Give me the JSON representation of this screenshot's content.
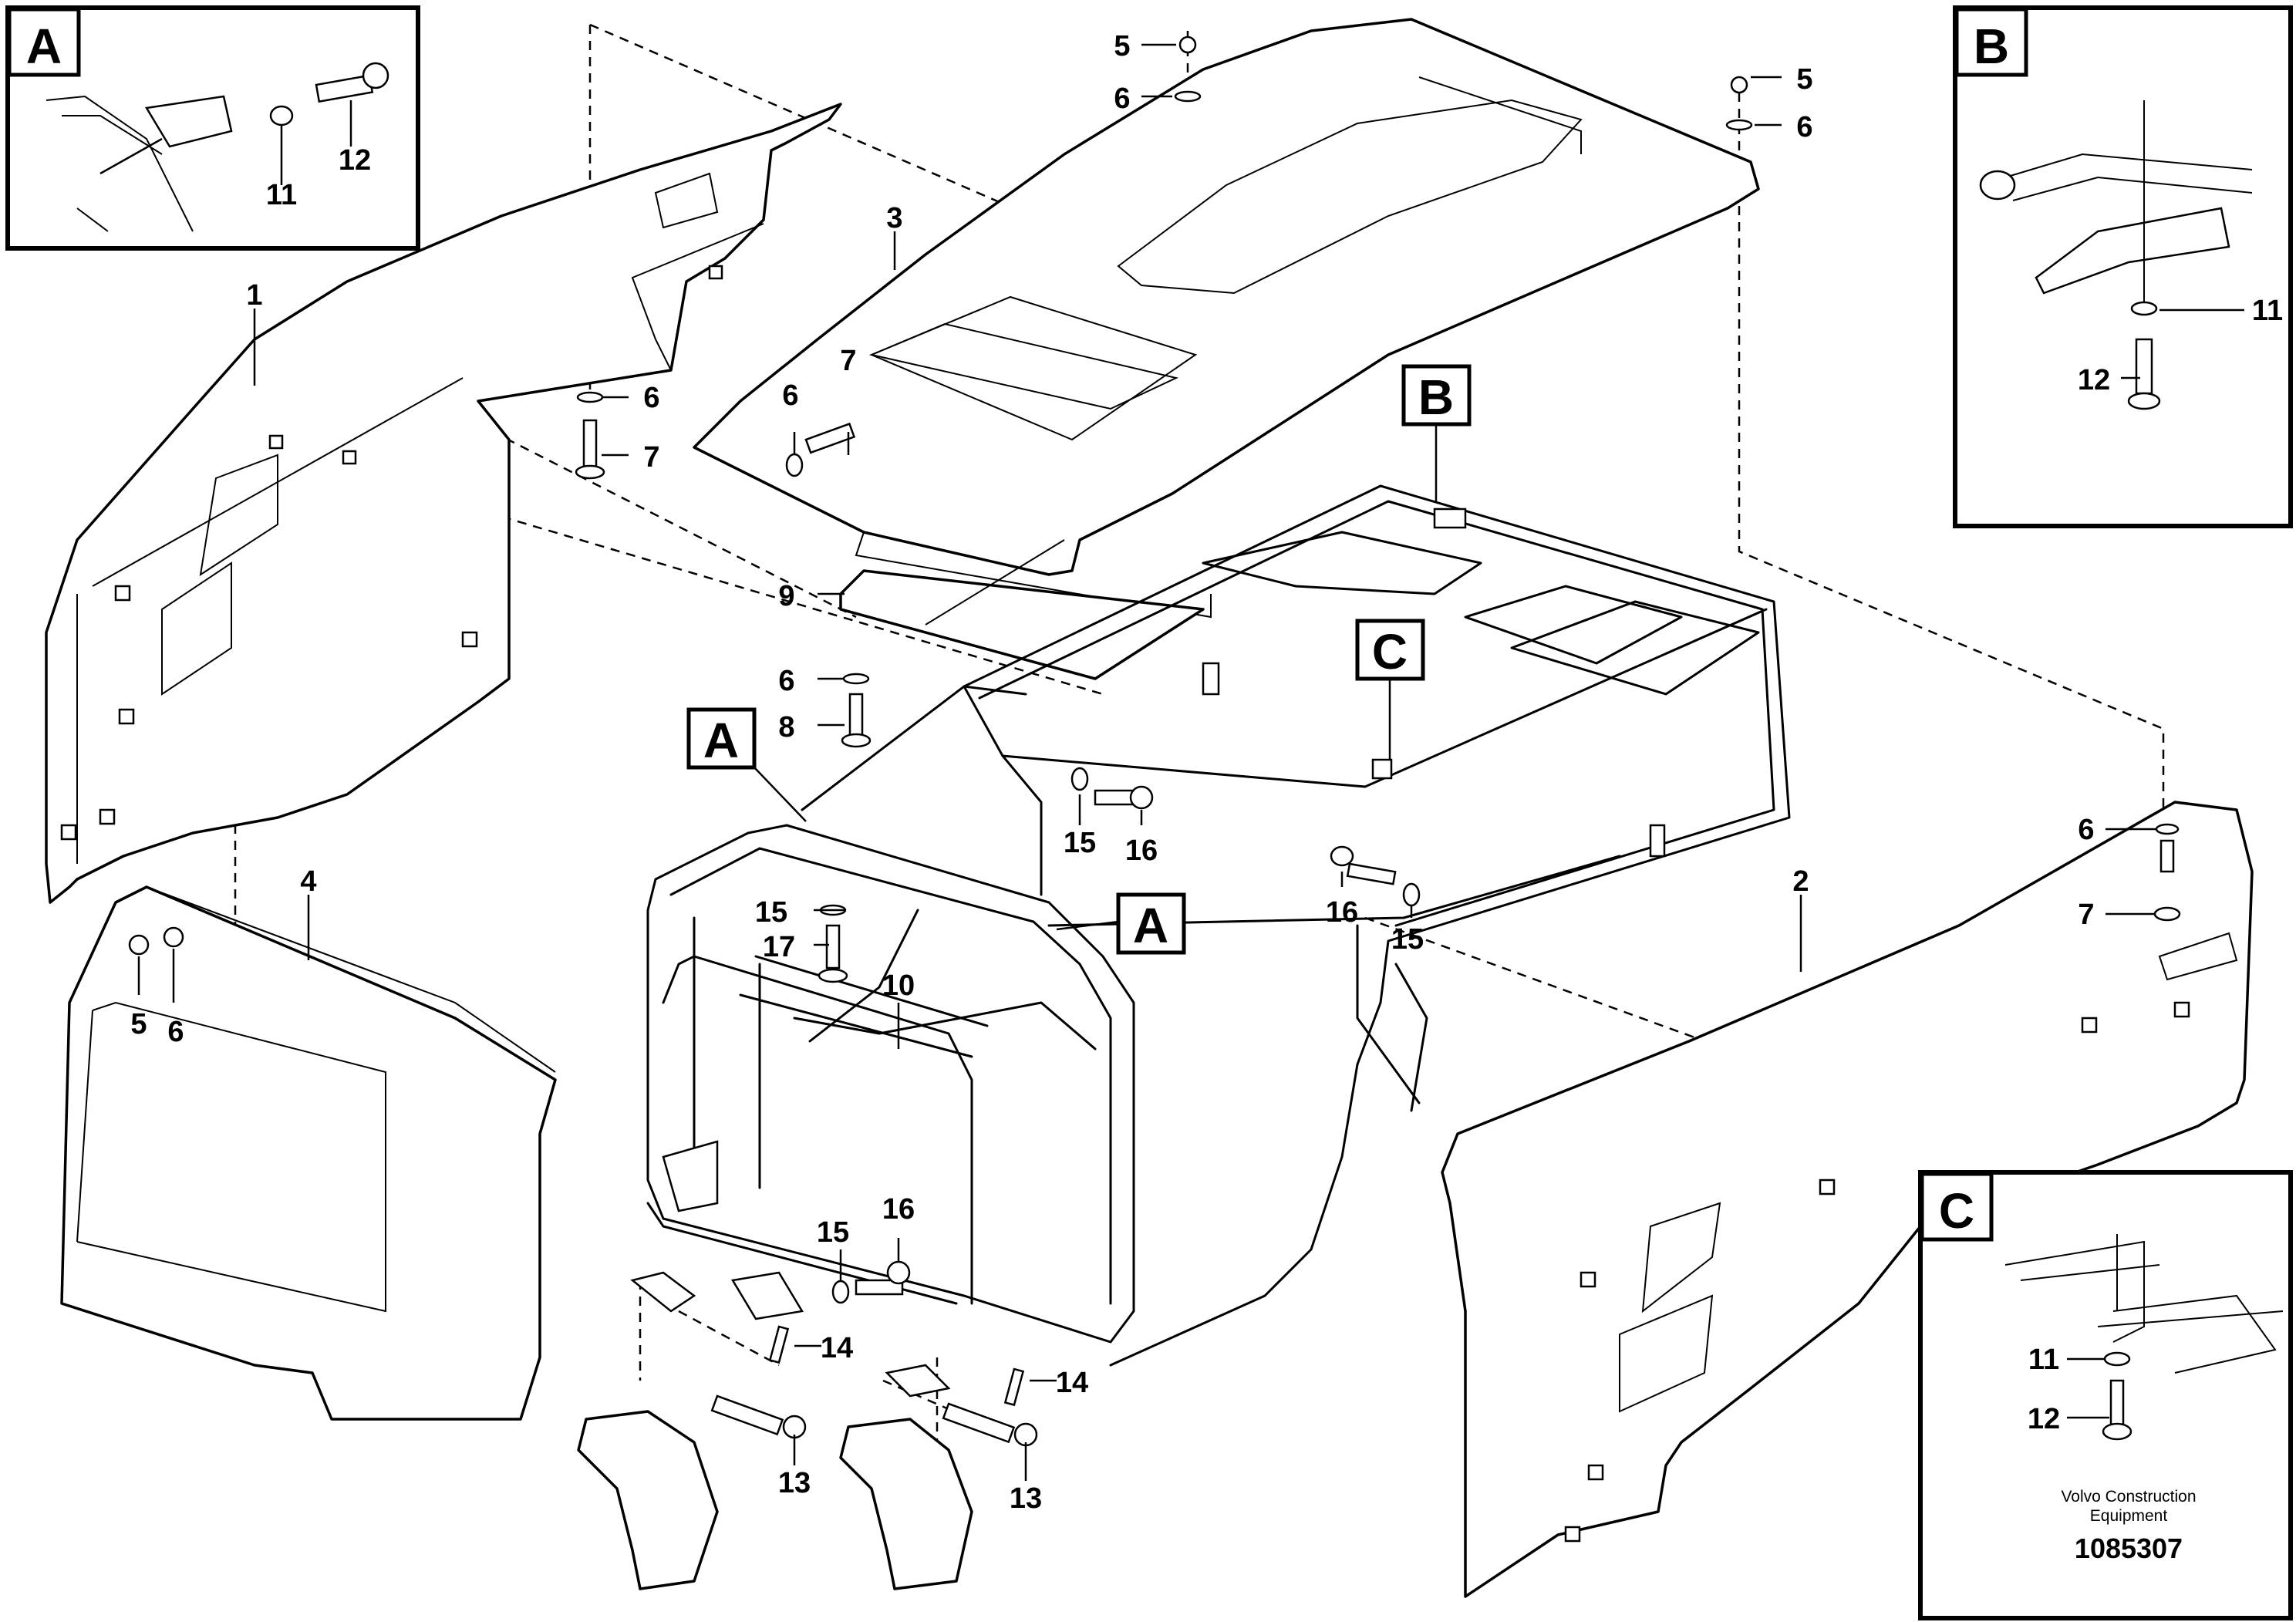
{
  "diagram": {
    "parts": [
      {
        "id": "p1",
        "label": "1"
      },
      {
        "id": "p2",
        "label": "2"
      },
      {
        "id": "p3",
        "label": "3"
      },
      {
        "id": "p4",
        "label": "4"
      },
      {
        "id": "p5",
        "label": "5"
      },
      {
        "id": "p6",
        "label": "6"
      },
      {
        "id": "p7",
        "label": "7"
      },
      {
        "id": "p8",
        "label": "8"
      },
      {
        "id": "p9",
        "label": "9"
      },
      {
        "id": "p10",
        "label": "10"
      },
      {
        "id": "p11",
        "label": "11"
      },
      {
        "id": "p12",
        "label": "12"
      },
      {
        "id": "p13",
        "label": "13"
      },
      {
        "id": "p14",
        "label": "14"
      },
      {
        "id": "p15",
        "label": "15"
      },
      {
        "id": "p16",
        "label": "16"
      },
      {
        "id": "p17",
        "label": "17"
      }
    ],
    "detail_views": {
      "a": "A",
      "b": "B",
      "c": "C"
    }
  },
  "footer": {
    "maker_line1": "Volvo Construction",
    "maker_line2": "Equipment",
    "doc_number": "1085307"
  }
}
